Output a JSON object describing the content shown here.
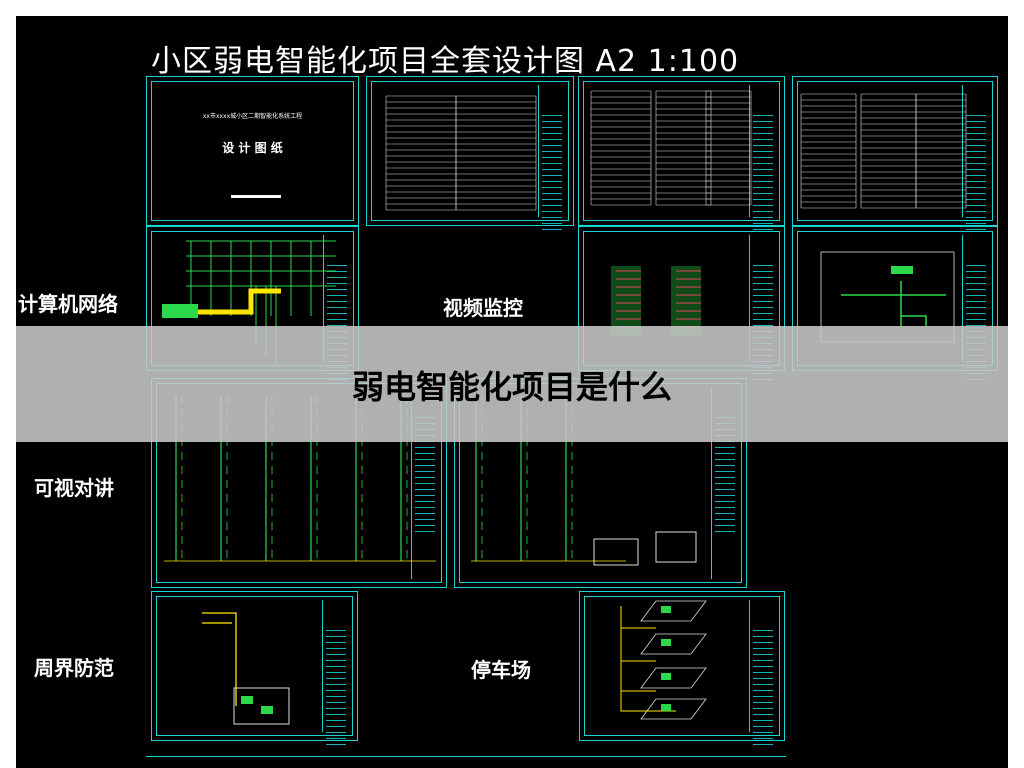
{
  "page": {
    "title": "小区弱电智能化项目全套设计图 A2 1:100",
    "banner": "弱电智能化项目是什么"
  },
  "rows": {
    "network": "计算机网络",
    "video": "视频监控",
    "intercom": "可视对讲",
    "perimeter": "周界防范",
    "parking": "停车场"
  },
  "cover": {
    "project": "xx市xxxx城小区二期智能化系统工程",
    "subtitle": "设 计 图 纸"
  },
  "colors": {
    "frame": "#1ad3d3",
    "line_green": "#2bd94a",
    "line_yellow": "#ffe600",
    "banner": "#c8c8c8"
  }
}
